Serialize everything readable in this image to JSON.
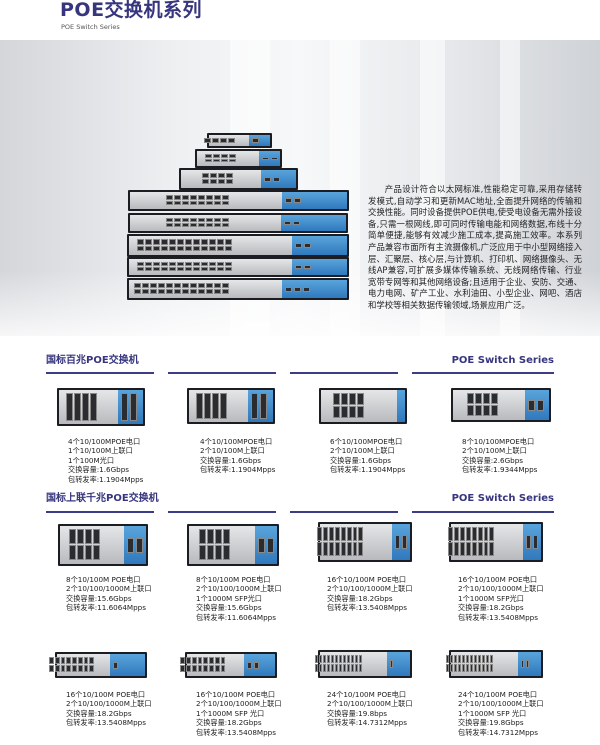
{
  "header": {
    "title": "POE交换机系列",
    "subtitle": "POE Switch Series"
  },
  "hero": {
    "description": "产品设计符合以太网标准,性能稳定可靠,采用存储转发模式,自动学习和更新MAC地址,全面提升网络的传输和交换性能。同时设备提供POE供电,使受电设备无需外接设备,只需一根网线,即可同时传输电能和网络数据,布线十分简单便捷,能够有效减少施工成本,提高施工效率。本系列产品兼容市面所有主流摄像机,广泛应用于中小型网络接入层、汇聚层、核心层,与计算机、打印机、网络摄像头、无线AP兼容,可扩展多媒体传输系统、无线网络传输、行业宽带专网等和其他网络设备;且适用于企业、安防、交通、电力电网、矿产工业、水利油田、小型企业、网吧、酒店和学校等相关数据传输领域,场景应用广泛。"
  },
  "colors": {
    "brand": "#36357e",
    "panel_blue": "#3a8ad0"
  },
  "sections": [
    {
      "title": "国标百兆POE交换机",
      "tag": "POE Switch Series",
      "products": [
        {
          "specs": [
            "4个10/100MPOE电口",
            "1个10/100M上联口",
            "1个100M光口",
            "交换容量:1.6Gbps",
            "包转发率:1.1904Mpps"
          ]
        },
        {
          "specs": [
            "4个10/100MPOE电口",
            "2个10/100M上联口",
            "交换容量:1.6Gbps",
            "包转发率:1.1904Mpps"
          ]
        },
        {
          "specs": [
            "6个10/100MPOE电口",
            "2个10/100M上联口",
            "交换容量:1.6Gbps",
            "包转发率:1.1904Mpps"
          ]
        },
        {
          "specs": [
            "8个10/100MPOE电口",
            "2个10/100M上联口",
            "交换容量:2.6Gbps",
            "包转发率:1.9344Mpps"
          ]
        }
      ]
    },
    {
      "title": "国标上联千兆POE交换机",
      "tag": "POE Switch Series",
      "products": [
        {
          "specs": [
            "8个10/100M POE电口",
            "2个10/100/1000M上联口",
            "交换容量:15.6Gbps",
            "包转发率:11.6064Mpps"
          ]
        },
        {
          "specs": [
            "8个10/100M POE电口",
            "2个10/100/1000M上联口",
            "1个1000M SFP光口",
            "交换容量:15.6Gbps",
            "包转发率:11.6064Mpps"
          ]
        },
        {
          "specs": [
            "16个10/100M POE电口",
            "2个10/100/1000M上联口",
            "交换容量:18.2Gbps",
            "包转发率:13.5408Mpps"
          ]
        },
        {
          "specs": [
            "16个10/100M POE电口",
            "2个10/100/1000M上联口",
            "1个1000M SFP光口",
            "交换容量:18.2Gbps",
            "包转发率:13.5408Mpps"
          ]
        },
        {
          "specs": [
            "16个10/100M POE电口",
            "2个10/100/1000M上联口",
            "交换容量:18.2Gbps",
            "包转发率:13.5408Mpps"
          ]
        },
        {
          "specs": [
            "16个10/100M POE电口",
            "2个10/100/1000M上联口",
            "1个1000M SFP 光口",
            "交换容量:18.2Gbps",
            "包转发率:13.5408Mpps"
          ]
        },
        {
          "specs": [
            "24个10/100M POE电口",
            "2个10/100/1000M上联口",
            "交换容量:19.8bps",
            "包转发率:14.7312Mpps"
          ]
        },
        {
          "specs": [
            "24个10/100M POE电口",
            "2个10/100/1000M上联口",
            "1个1000M SFP 光口",
            "交换容量:19.8Gbps",
            "包转发率:14.7312Mpps"
          ]
        }
      ]
    }
  ]
}
